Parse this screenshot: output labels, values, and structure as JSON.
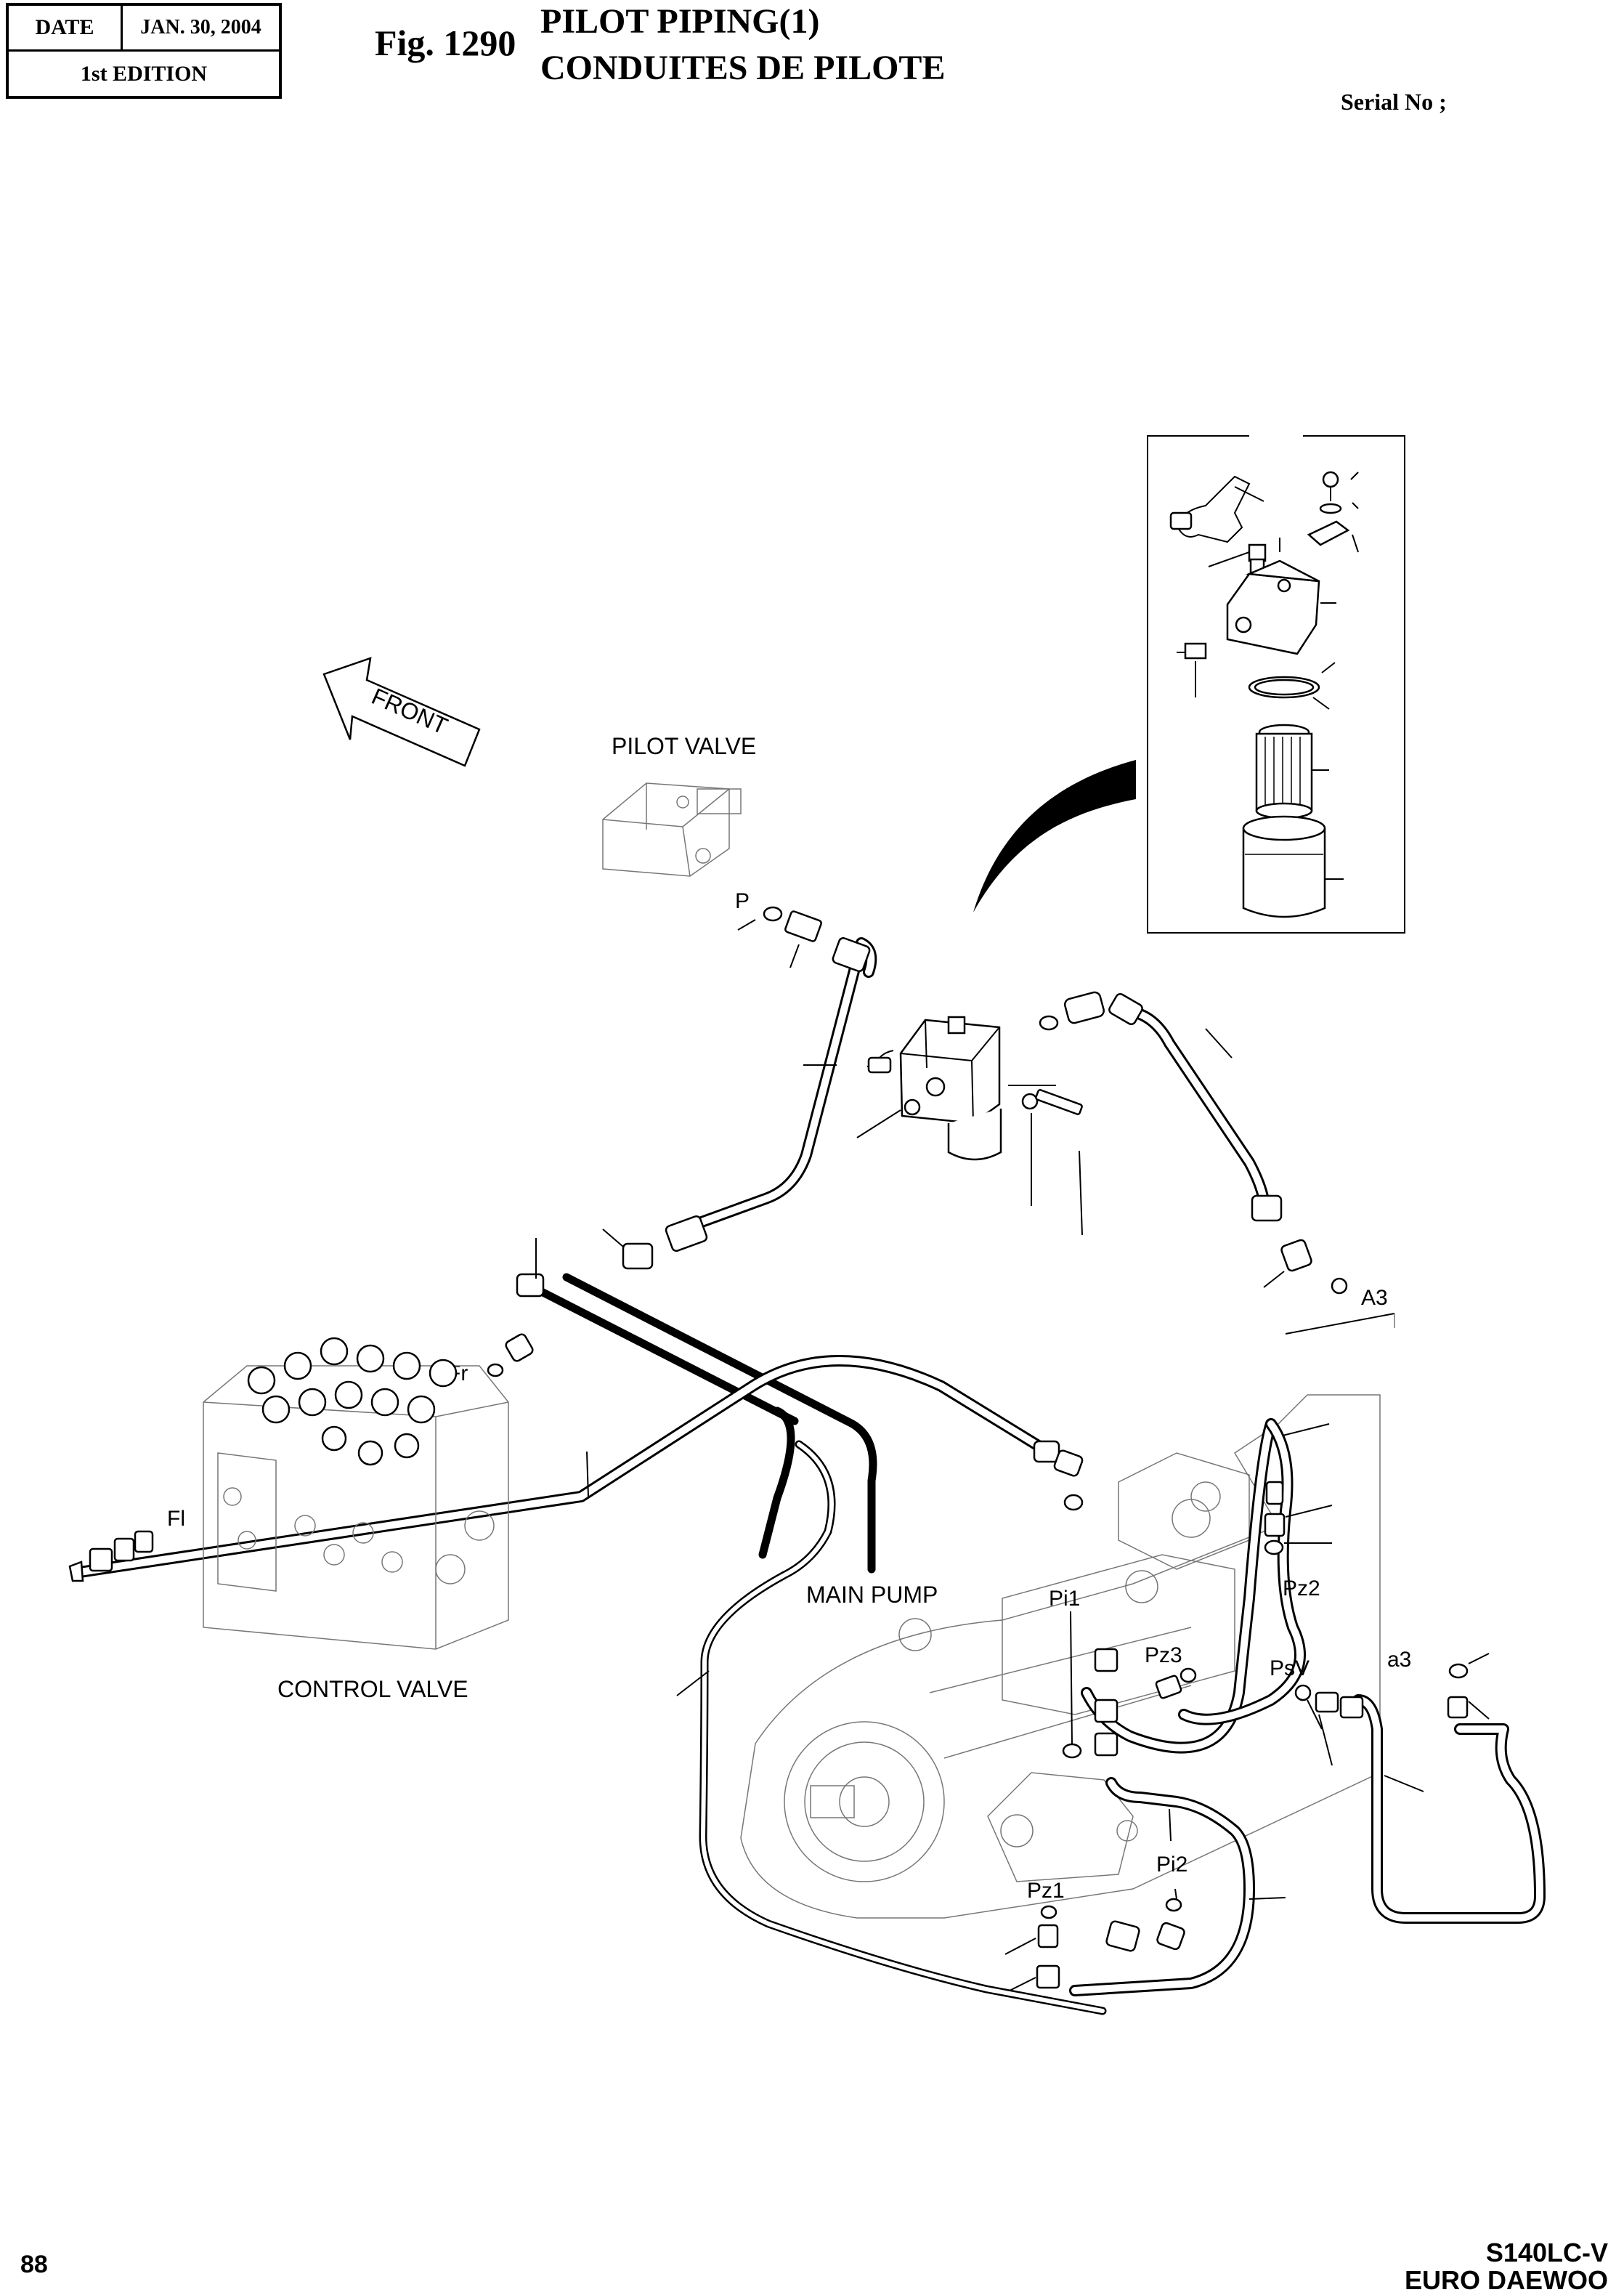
{
  "header": {
    "date_label": "DATE",
    "date_value": "JAN.  30, 2004",
    "edition": "1st EDITION",
    "fig_no": "Fig. 1290",
    "title_en": "PILOT PIPING(1)",
    "title_fr": "CONDUITES DE PILOTE",
    "serial": "Serial No ;"
  },
  "labels": {
    "front": "FRONT",
    "pilot_valve": "PILOT VALVE",
    "control_valve": "CONTROL VALVE",
    "main_pump": "MAIN PUMP",
    "ports": {
      "p": "P",
      "a3_upper": "A3",
      "fr": "Fr",
      "fl": "Fl",
      "pi1": "Pi1",
      "pz2": "Pz2",
      "pz3": "Pz3",
      "psv": "PsV",
      "a3_lower": "a3",
      "pi2": "Pi2",
      "pz1": "Pz1"
    }
  },
  "footer": {
    "page_no": "88",
    "model_line1": "S140LC-V",
    "model_line2": "EURO DAEWOO"
  }
}
